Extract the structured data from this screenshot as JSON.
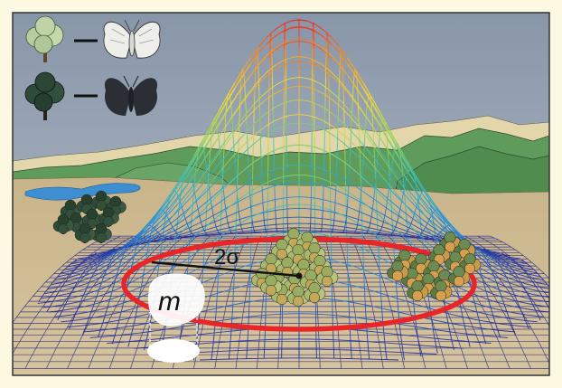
{
  "figure": {
    "sigma_label": "2σ",
    "m_label": "m"
  },
  "legend": {
    "rows": [
      {
        "tree": "light-tree",
        "insect": "light-moth"
      },
      {
        "tree": "dark-tree",
        "insect": "dark-moth"
      }
    ]
  },
  "colors": {
    "background": "#fdf8e2",
    "sky": "#9aa6b4",
    "ground": "#d1be94",
    "grid": "#3b3f86",
    "ring": "#e8262a",
    "water": "#3d8fd1",
    "mountain_green": "#5d9a5a",
    "mountain_tan": "#e2d4a6"
  }
}
